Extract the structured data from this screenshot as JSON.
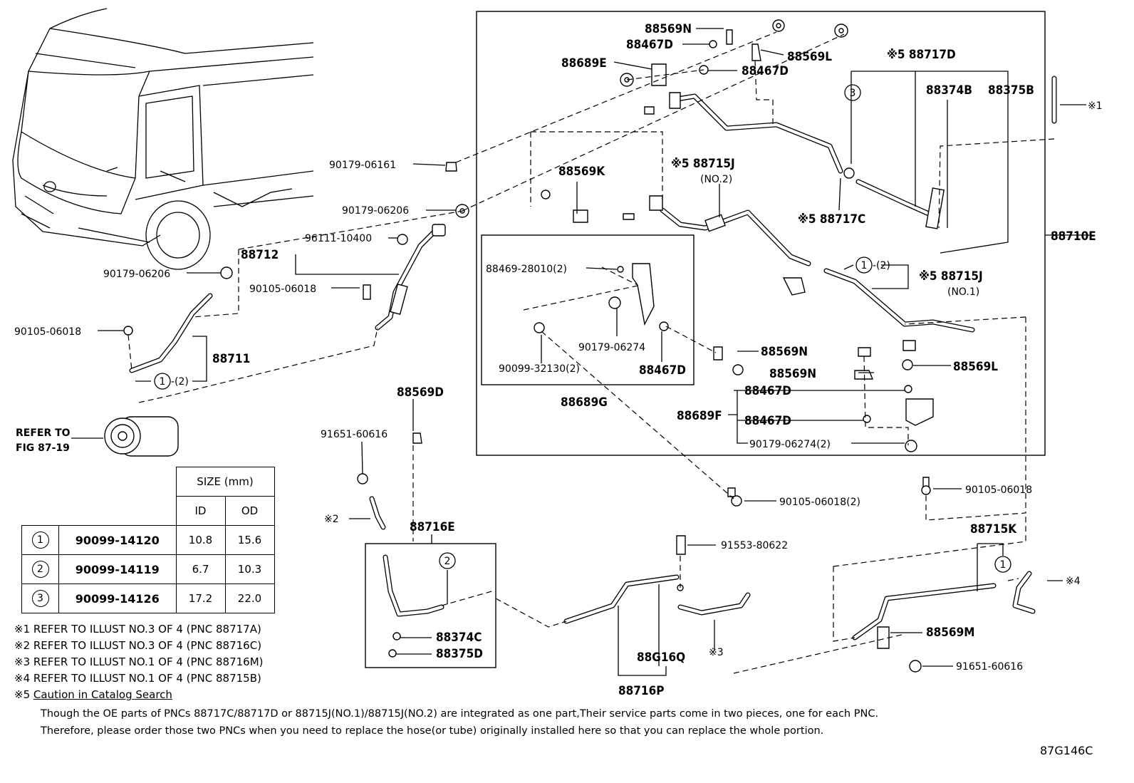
{
  "labels": {
    "p88569N_top": "88569N",
    "p88467D_top": "88467D",
    "p88569L_top": "88569L",
    "p88689E": "88689E",
    "p88467D_mid": "88467D",
    "p88717D": "※5 88717D",
    "p88374B": "88374B",
    "p88375B": "88375B",
    "ref1_top": "※1",
    "p90179_06161": "90179-06161",
    "p88569K": "88569K",
    "p88715J_no2": "※5 88715J",
    "no2": "(NO.2)",
    "p88717C": "※5 88717C",
    "p88710E": "88710E",
    "p90179_06206_a": "90179-06206",
    "p96111_10400": "96111-10400",
    "p88712": "88712",
    "p88469_28010": "88469-28010(2)",
    "p90105_06018_a": "90105-06018",
    "p90179_06206_b": "90179-06206",
    "p88715J_no1": "※5 88715J",
    "no1": "(NO.1)",
    "c1_2_right": "-(2)",
    "p90105_06018_b": "90105-06018",
    "p90179_06274": "90179-06274",
    "p88569N_mid": "88569N",
    "p88711": "88711",
    "p90099_32130": "90099-32130(2)",
    "p88467D_box": "88467D",
    "p88569L_right": "88569L",
    "p88569N_right": "88569N",
    "c1_2_left": "-(2)",
    "p88689G": "88689G",
    "p88467D_f1": "88467D",
    "p88689F": "88689F",
    "p88467D_f2": "88467D",
    "p88569D": "88569D",
    "refer_to": "REFER TO",
    "fig_87_19": "FIG 87-19",
    "p91651_60616_a": "91651-60616",
    "p90179_06274_2": "90179-06274(2)",
    "p90105_06018_c": "90105-06018(2)",
    "p90105_06018_d": "90105-06018",
    "ref2": "※2",
    "p88716E": "88716E",
    "p88715K": "88715K",
    "p91553_80622": "91553-80622",
    "ref4": "※4",
    "p88374C": "88374C",
    "p88375D": "88375D",
    "p88569M": "88569M",
    "p88G16Q": "88G16Q",
    "ref3": "※3",
    "p91651_60616_b": "91651-60616",
    "p88716P": "88716P",
    "circle1": "1",
    "circle2": "2",
    "circle3": "3"
  },
  "size_table": {
    "header": "SIZE (mm)",
    "col_id": "ID",
    "col_od": "OD",
    "rows": [
      {
        "mark": "1",
        "part": "90099-14120",
        "id": "10.8",
        "od": "15.6"
      },
      {
        "mark": "2",
        "part": "90099-14119",
        "id": "6.7",
        "od": "10.3"
      },
      {
        "mark": "3",
        "part": "90099-14126",
        "id": "17.2",
        "od": "22.0"
      }
    ]
  },
  "notes": [
    "※1 REFER TO ILLUST NO.3 OF 4 (PNC 88717A)",
    "※2 REFER TO ILLUST NO.3 OF 4 (PNC 88716C)",
    "※3 REFER TO ILLUST NO.1 OF 4 (PNC 88716M)",
    "※4 REFER TO ILLUST NO.1 OF 4 (PNC 88715B)"
  ],
  "note5_prefix": "※5 ",
  "note5_link": "Caution in Catalog Search",
  "footer": [
    "Though the OE parts of PNCs 88717C/88717D or 88715J(NO.1)/88715J(NO.2) are integrated as one part,Their service parts come in two pieces, one for each PNC.",
    "Therefore, please order those two PNCs when you need to replace the hose(or tube) originally installed here so that you can replace the whole portion."
  ],
  "figure_code": "87G146C"
}
